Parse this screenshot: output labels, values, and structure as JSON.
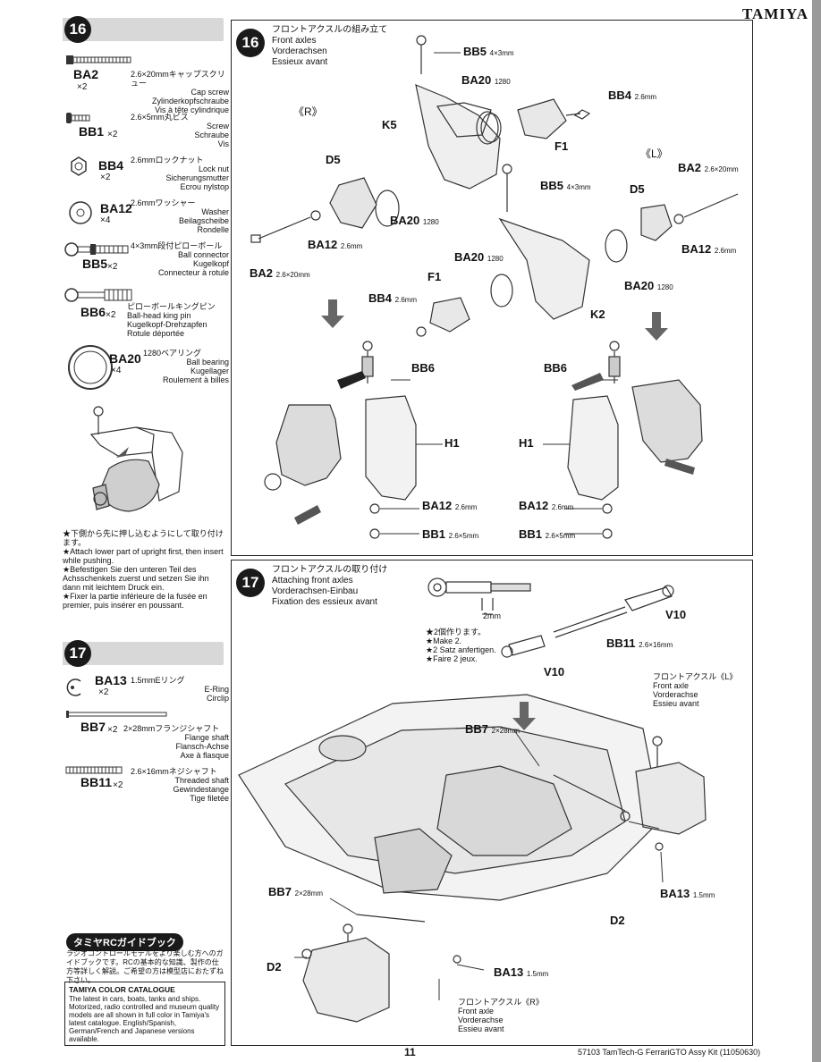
{
  "brand": "TAMIYA",
  "step16": {
    "number": "16",
    "title_jp": "フロントアクスルの組み立て",
    "title_en": "Front axles",
    "title_de": "Vorderachsen",
    "title_fr": "Essieux avant",
    "parts": [
      {
        "code": "BA2",
        "qty": "×2",
        "jp": "2.6×20mmキャップスクリュー",
        "en": "Cap screw",
        "de": "Zylinderkopfschraube",
        "fr": "Vis à tête cylindrique"
      },
      {
        "code": "BB1",
        "qty": "×2",
        "jp": "2.6×5mm丸ビス",
        "en": "Screw",
        "de": "Schraube",
        "fr": "Vis"
      },
      {
        "code": "BB4",
        "qty": "×2",
        "jp": "2.6mmロックナット",
        "en": "Lock nut",
        "de": "Sicherungsmutter",
        "fr": "Ecrou nylstop"
      },
      {
        "code": "BA12",
        "qty": "×4",
        "jp": "2.6mmワッシャー",
        "en": "Washer",
        "de": "Beilagscheibe",
        "fr": "Rondelle"
      },
      {
        "code": "BB5",
        "qty": "×2",
        "jp": "4×3mm段付ピローボール",
        "en": "Ball connector",
        "de": "Kugelkopf",
        "fr": "Connecteur à rotule"
      },
      {
        "code": "BB6",
        "qty": "×2",
        "jp": "ピローボールキングピン",
        "en": "Ball-head king pin",
        "de": "Kugelkopf-Drehzapfen",
        "fr": "Rotule déportée"
      },
      {
        "code": "BA20",
        "qty": "×4",
        "jp": "1280ベアリング",
        "en": "Ball bearing",
        "de": "Kugellager",
        "fr": "Roulement à billes"
      }
    ],
    "note_jp": "★下側から先に押し込むようにして取り付けます。",
    "note_en": "★Attach lower part of upright first, then insert while pushing.",
    "note_de": "★Befestigen Sie den unteren Teil des Achsschenkels zuerst und setzen Sie ihn dann mit leichtem Druck ein.",
    "note_fr": "★Fixer la partie inférieure de la fusée en premier, puis insérer en poussant.",
    "labels": {
      "r": "《R》",
      "l": "《L》",
      "bb5": "BB5",
      "bb5_size": "4×3mm",
      "ba20": "BA20",
      "ba20_size": "1280",
      "bb4": "BB4",
      "bb4_size": "2.6mm",
      "k5": "K5",
      "k2": "K2",
      "d5": "D5",
      "f1": "F1",
      "ba2": "BA2",
      "ba2_size": "2.6×20mm",
      "ba12": "BA12",
      "ba12_size": "2.6mm",
      "bb6": "BB6",
      "h1": "H1",
      "bb1": "BB1",
      "bb1_size": "2.6×5mm"
    }
  },
  "step17": {
    "number": "17",
    "title_jp": "フロントアクスルの取り付け",
    "title_en": "Attaching front axles",
    "title_de": "Vorderachsen-Einbau",
    "title_fr": "Fixation des essieux avant",
    "parts": [
      {
        "code": "BA13",
        "qty": "×2",
        "jp": "1.5mmEリング",
        "en": "E-Ring",
        "de": "Circlip",
        "fr": ""
      },
      {
        "code": "BB7",
        "qty": "×2",
        "jp": "2×28mmフランジシャフト",
        "en": "Flange shaft",
        "de": "Flansch-Achse",
        "fr": "Axe à flasque"
      },
      {
        "code": "BB11",
        "qty": "×2",
        "jp": "2.6×16mmネジシャフト",
        "en": "Threaded shaft",
        "de": "Gewindestange",
        "fr": "Tige filetée"
      }
    ],
    "make2_jp": "★2個作ります。",
    "make2_en": "★Make 2.",
    "make2_de": "★2 Satz anfertigen.",
    "make2_fr": "★Faire 2 jeux.",
    "dim": "2mm",
    "labels": {
      "v10": "V10",
      "bb11": "BB11",
      "bb11_size": "2.6×16mm",
      "bb7": "BB7",
      "bb7_size": "2×28mm",
      "ba13": "BA13",
      "ba13_size": "1.5mm",
      "d2": "D2",
      "fl_jp": "フロントアクスル《L》",
      "fl_en": "Front axle",
      "fl_de": "Vorderachse",
      "fl_fr": "Essieu avant",
      "fr_jp": "フロントアクスル《R》",
      "fr_en": "Front axle",
      "fr_de": "Vorderachse",
      "fr_fr": "Essieu avant"
    }
  },
  "guide": {
    "badge": "タミヤRCガイドブック",
    "text": "ラジオコントロールモデルをより楽しむ方へのガイドブックです。RCの基本的な知識、製作の仕方等詳しく解説。ご希望の方は模型店におたずね下さい。"
  },
  "catalogue": {
    "title": "TAMIYA COLOR CATALOGUE",
    "text": "The latest in cars, boats, tanks and ships. Motorized, radio controlled and museum quality models are all shown in full color in Tamiya's latest catalogue. English/Spanish, German/French and Japanese versions available."
  },
  "footer": {
    "page": "11",
    "kit": "57103  TamTech-G FerrariGTO Assy Kit (11050630)"
  }
}
